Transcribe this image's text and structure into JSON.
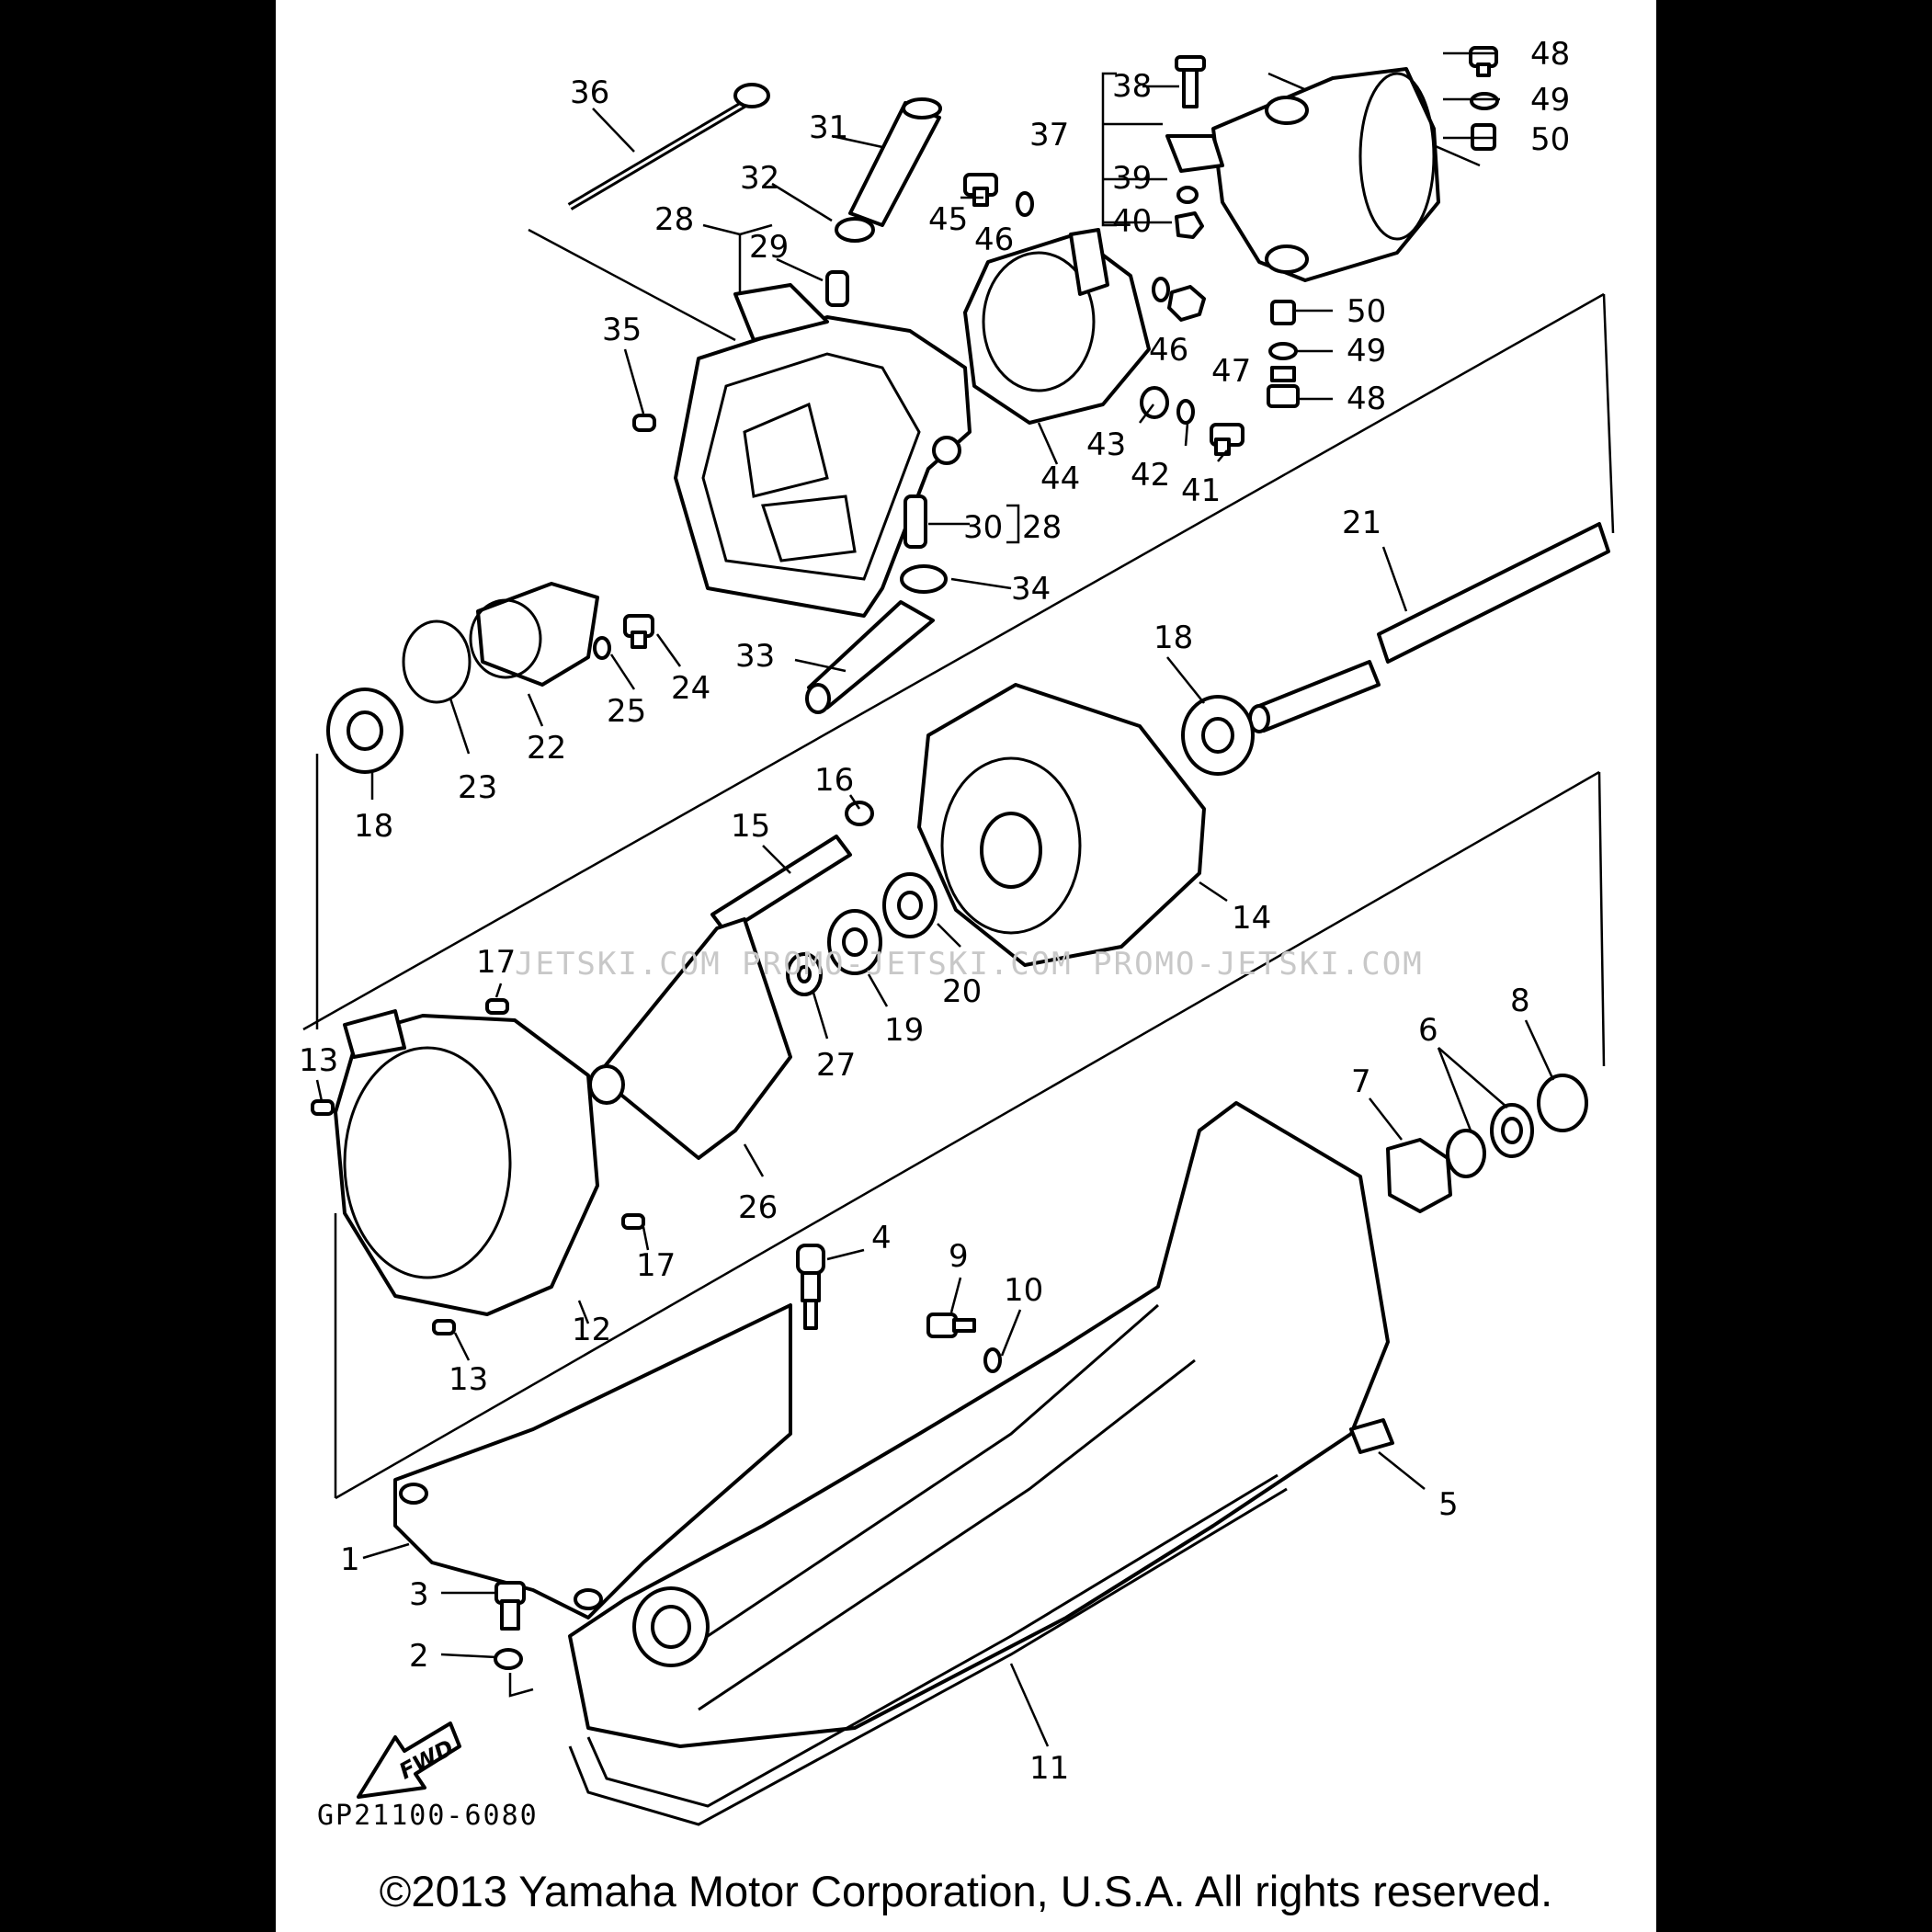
{
  "diagram": {
    "drawing_code": "GP21100-6080",
    "copyright": "©2013 Yamaha Motor Corporation, U.S.A. All rights reserved.",
    "watermark": "JETSKI.COM   PROMO-JETSKI.COM   PROMO-JETSKI.COM",
    "direction_marker": "FWD",
    "callouts": [
      {
        "id": "c36",
        "label": "36"
      },
      {
        "id": "c31",
        "label": "31"
      },
      {
        "id": "c32",
        "label": "32"
      },
      {
        "id": "c28a",
        "label": "28"
      },
      {
        "id": "c29",
        "label": "29"
      },
      {
        "id": "c35",
        "label": "35"
      },
      {
        "id": "c38",
        "label": "38"
      },
      {
        "id": "c37",
        "label": "37"
      },
      {
        "id": "c39",
        "label": "39"
      },
      {
        "id": "c40",
        "label": "40"
      },
      {
        "id": "c45",
        "label": "45"
      },
      {
        "id": "c46a",
        "label": "46"
      },
      {
        "id": "c46b",
        "label": "46"
      },
      {
        "id": "c47",
        "label": "47"
      },
      {
        "id": "c48a",
        "label": "48"
      },
      {
        "id": "c49a",
        "label": "49"
      },
      {
        "id": "c50a",
        "label": "50"
      },
      {
        "id": "c50b",
        "label": "50"
      },
      {
        "id": "c49b",
        "label": "49"
      },
      {
        "id": "c48b",
        "label": "48"
      },
      {
        "id": "c43",
        "label": "43"
      },
      {
        "id": "c44",
        "label": "44"
      },
      {
        "id": "c42",
        "label": "42"
      },
      {
        "id": "c41",
        "label": "41"
      },
      {
        "id": "c30",
        "label": "30"
      },
      {
        "id": "c28b",
        "label": "28"
      },
      {
        "id": "c34",
        "label": "34"
      },
      {
        "id": "c21",
        "label": "21"
      },
      {
        "id": "c33",
        "label": "33"
      },
      {
        "id": "c24",
        "label": "24"
      },
      {
        "id": "c25",
        "label": "25"
      },
      {
        "id": "c22",
        "label": "22"
      },
      {
        "id": "c23",
        "label": "23"
      },
      {
        "id": "c18a",
        "label": "18"
      },
      {
        "id": "c18b",
        "label": "18"
      },
      {
        "id": "c16",
        "label": "16"
      },
      {
        "id": "c15",
        "label": "15"
      },
      {
        "id": "c14",
        "label": "14"
      },
      {
        "id": "c20",
        "label": "20"
      },
      {
        "id": "c19",
        "label": "19"
      },
      {
        "id": "c27",
        "label": "27"
      },
      {
        "id": "c17a",
        "label": "17"
      },
      {
        "id": "c13a",
        "label": "13"
      },
      {
        "id": "c26",
        "label": "26"
      },
      {
        "id": "c8",
        "label": "8"
      },
      {
        "id": "c6",
        "label": "6"
      },
      {
        "id": "c7",
        "label": "7"
      },
      {
        "id": "c17b",
        "label": "17"
      },
      {
        "id": "c12",
        "label": "12"
      },
      {
        "id": "c4",
        "label": "4"
      },
      {
        "id": "c9",
        "label": "9"
      },
      {
        "id": "c10",
        "label": "10"
      },
      {
        "id": "c13b",
        "label": "13"
      },
      {
        "id": "c5",
        "label": "5"
      },
      {
        "id": "c1",
        "label": "1"
      },
      {
        "id": "c3",
        "label": "3"
      },
      {
        "id": "c2",
        "label": "2"
      },
      {
        "id": "c11",
        "label": "11"
      }
    ]
  }
}
